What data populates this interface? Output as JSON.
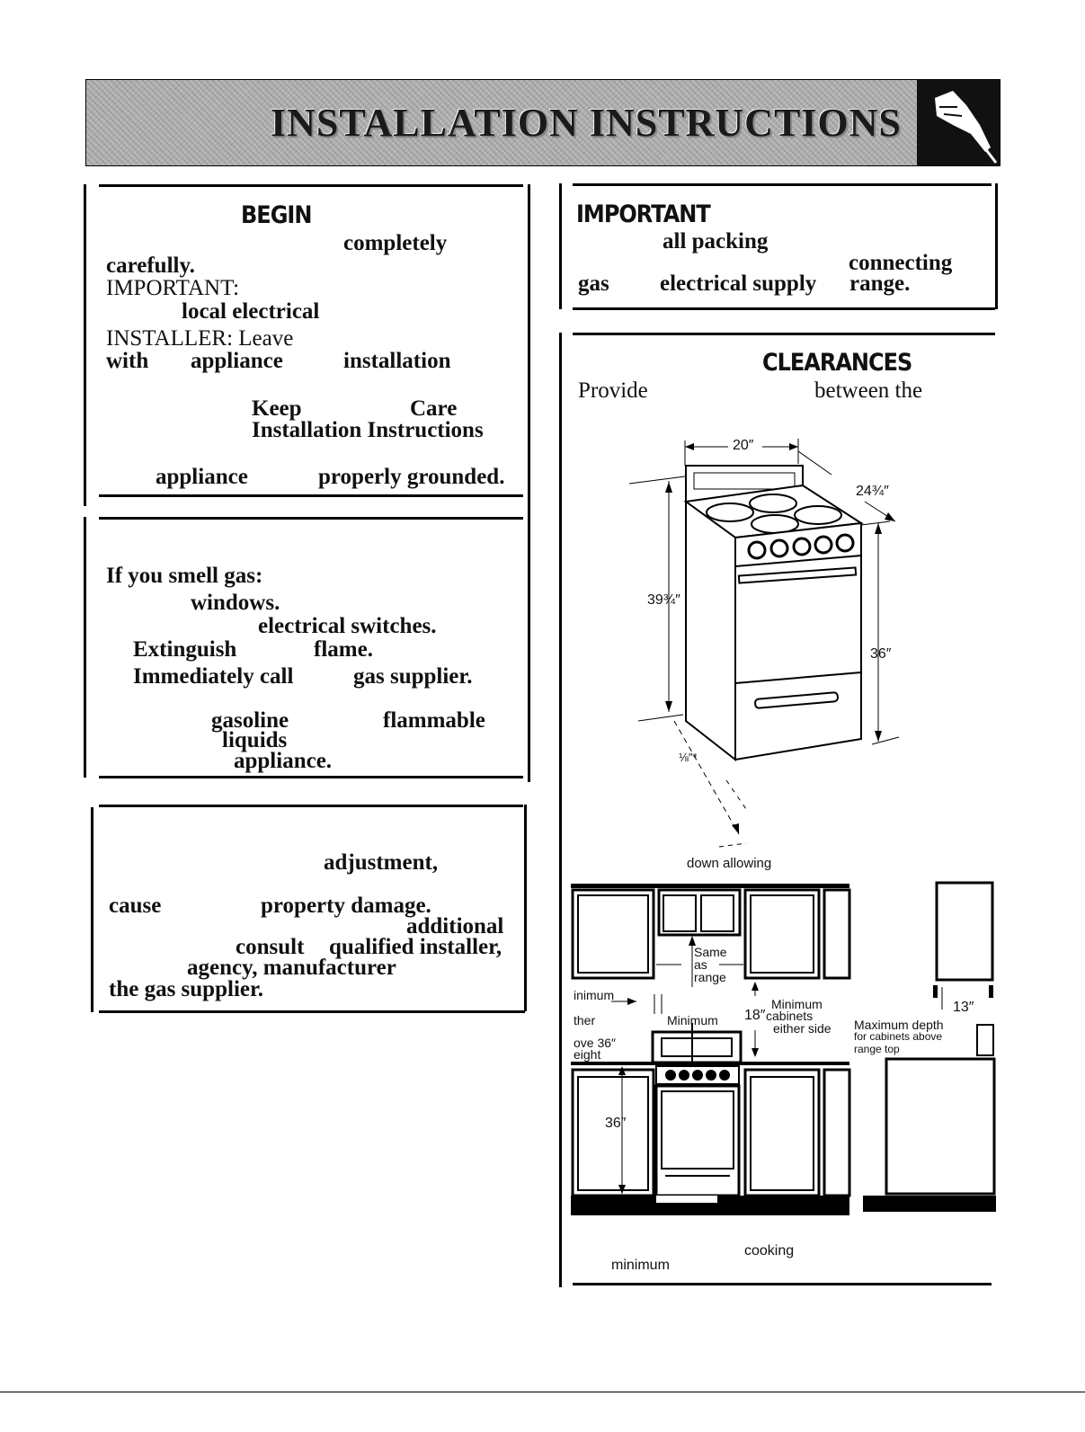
{
  "banner": {
    "title": "INSTALLATION INSTRUCTIONS"
  },
  "before_begin": {
    "heading": "BEGIN",
    "lines": [
      "completely",
      "carefully.",
      "IMPORTANT:",
      "local electrical",
      "INSTALLER: Leave",
      "with",
      "appliance",
      "installation",
      "Keep",
      "Care",
      "Installation Instructions",
      "appliance",
      "properly grounded."
    ]
  },
  "gas_smell": {
    "lines": [
      "If you smell gas:",
      "windows.",
      "electrical switches.",
      "Extinguish",
      "flame.",
      "Immediately call",
      "gas supplier.",
      "gasoline",
      "flammable",
      "liquids",
      "appliance."
    ]
  },
  "warning": {
    "lines": [
      "adjustment,",
      "cause",
      "property damage.",
      "additional",
      "consult",
      "qualified installer,",
      "agency, manufacturer",
      "the gas supplier."
    ]
  },
  "important": {
    "heading": "IMPORTANT",
    "lines": [
      "all packing",
      "connecting",
      "gas",
      "electrical supply",
      "range."
    ]
  },
  "clearances": {
    "heading": "CLEARANCES",
    "intro_left": "Provide",
    "intro_right": "between the",
    "dims": {
      "width": "20″",
      "depth": "24¾″",
      "height": "39¾″",
      "counter": "36″",
      "gap": "⅛″*",
      "note": "down allowing"
    }
  },
  "cabinet_diagram": {
    "labels": {
      "same": "Same",
      "as": "as",
      "range": "range",
      "minimum_left": "inimum",
      "other": "ther",
      "above": "ove 36″",
      "height": "eight",
      "minimum_center": "Minimum",
      "eighteen": "18″",
      "minimum_cab": "Minimum",
      "cabinets": "cabinets",
      "either_side": "either side",
      "thirteen": "13″",
      "max_depth": "Maximum depth",
      "for_cabinets": "for cabinets above",
      "range_top": "range top",
      "thirtysix": "36″"
    },
    "caption": {
      "cooking": "cooking",
      "minimum": "minimum"
    }
  }
}
